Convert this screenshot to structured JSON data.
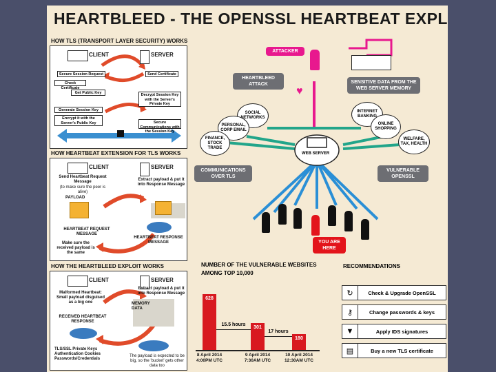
{
  "title": "HEARTBLEED - THE OPENSSL HEARTBEAT EXPLOIT",
  "tls": {
    "heading": "HOW TLS (TRANSPORT LAYER SECURITY) WORKS",
    "client": "CLIENT",
    "server": "SERVER",
    "steps_client": [
      "Secure Session Request",
      "Check Certificate",
      "Get Public Key",
      "Generate Session Key",
      "Encrypt it with the Server's Public Key"
    ],
    "steps_server": [
      "Send Certificate",
      "Decrypt Session Key with the Server's Private Key",
      "Secure Communications with the Session Key"
    ]
  },
  "heartbeat": {
    "heading": "HOW HEARTBEAT EXTENSION FOR TLS WORKS",
    "client": "CLIENT",
    "server": "SERVER",
    "send": "Send Heartbeat Request Message",
    "send_note": "(to make sure the peer is alive)",
    "payload": "PAYLOAD",
    "request": "HEARTBEAT REQUEST MESSAGE",
    "make_sure": "Make sure the received payload is the same",
    "extract": "Extract payload & put it into Response Message",
    "response": "HEARTBEAT RESPONSE MESSAGE"
  },
  "exploit": {
    "heading": "HOW THE HEARTBLEED EXPLOIT WORKS",
    "client": "CLIENT",
    "server": "SERVER",
    "malformed": "Malformed Heartbeat: Small payload disguised as a big one",
    "received": "RECEIVED HEARTBEAT RESPONSE",
    "leaks": [
      "TLS/SSL Private Keys",
      "Authentication Cookies",
      "Passwords/Credentials"
    ],
    "extract": "Extract payload & put it into Response Message",
    "memory": "MEMORY DATA",
    "note": "The payload is expected to be big, so the 'bucket' gets other data too"
  },
  "network": {
    "attacker": "ATTACKER",
    "sensitive": "SENSITIVE DATA FROM THE WEB SERVER MEMORY",
    "attack": "HEARTBLEED ATTACK",
    "server": "WEB SERVER",
    "communications": "COMMUNICATIONS OVER TLS",
    "vulnerable": "VULNERABLE OPENSSL",
    "you_are_here": "YOU ARE HERE",
    "bubbles": [
      "SOCIAL NETWORKS",
      "PERSONAL, CORP EMAIL",
      "FINANCE, STOCK TRADE",
      "INTERNET BANKING",
      "ONLINE SHOPPING",
      "WELFARE, TAX, HEALTH"
    ]
  },
  "chart_data": {
    "type": "bar",
    "title": "NUMBER OF THE VULNERABLE WEBSITES",
    "subtitle": "AMONG TOP 10,000",
    "categories": [
      "8 April 2014 4:00PM UTC",
      "9 April 2014 7:30AM UTC",
      "10 April 2014 12:30AM UTC"
    ],
    "tick_lines": [
      [
        "8 April 2014",
        "4:00PM UTC"
      ],
      [
        "9 April 2014",
        "7:30AM UTC"
      ],
      [
        "10 April 2014",
        "12:30AM UTC"
      ]
    ],
    "values": [
      628,
      301,
      180
    ],
    "annotations": [
      "15.5 hours",
      "17 hours"
    ],
    "ylim": [
      0,
      700
    ],
    "color": "#d81920"
  },
  "recommendations": {
    "heading": "RECOMMENDATIONS",
    "items": [
      {
        "label": "Check & Upgrade OpenSSL",
        "icon": "refresh-icon"
      },
      {
        "label": "Change passwords & keys",
        "icon": "key-icon"
      },
      {
        "label": "Apply IDS signatures",
        "icon": "filter-icon"
      },
      {
        "label": "Buy a new TLS certificate",
        "icon": "certificate-icon"
      }
    ]
  },
  "colors": {
    "background": "#4a4f6a",
    "poster": "#f5ead4",
    "pink": "#e8188e",
    "red": "#e3141b",
    "teal": "#22a58a",
    "blue": "#2a8fd6"
  }
}
